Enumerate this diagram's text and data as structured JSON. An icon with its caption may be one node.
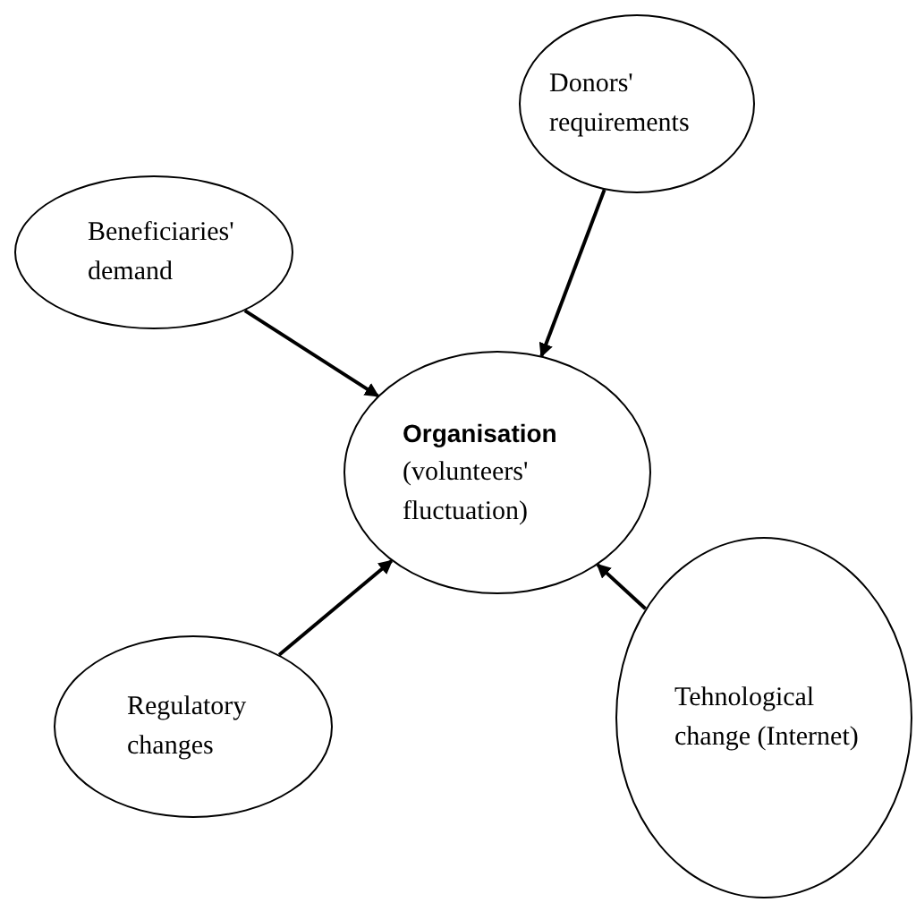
{
  "diagram": {
    "nodes": [
      {
        "text": [
          "Donors' requirements"
        ]
      },
      {
        "text": [
          "Beneficiaries' demand"
        ]
      },
      {
        "text": [
          "Organisation",
          "(volunteers' fluctuation)"
        ]
      },
      {
        "text": [
          "Regulatory changes"
        ]
      },
      {
        "text": [
          "Tehnological change (Internet)"
        ]
      }
    ],
    "edges": [
      {
        "from": 1,
        "to": 2,
        "arrow": "to"
      },
      {
        "from": 0,
        "to": 2,
        "arrow": "to"
      },
      {
        "from": 4,
        "to": 2,
        "arrow": "to"
      },
      {
        "from": 3,
        "to": 2,
        "arrow": "to"
      }
    ]
  }
}
